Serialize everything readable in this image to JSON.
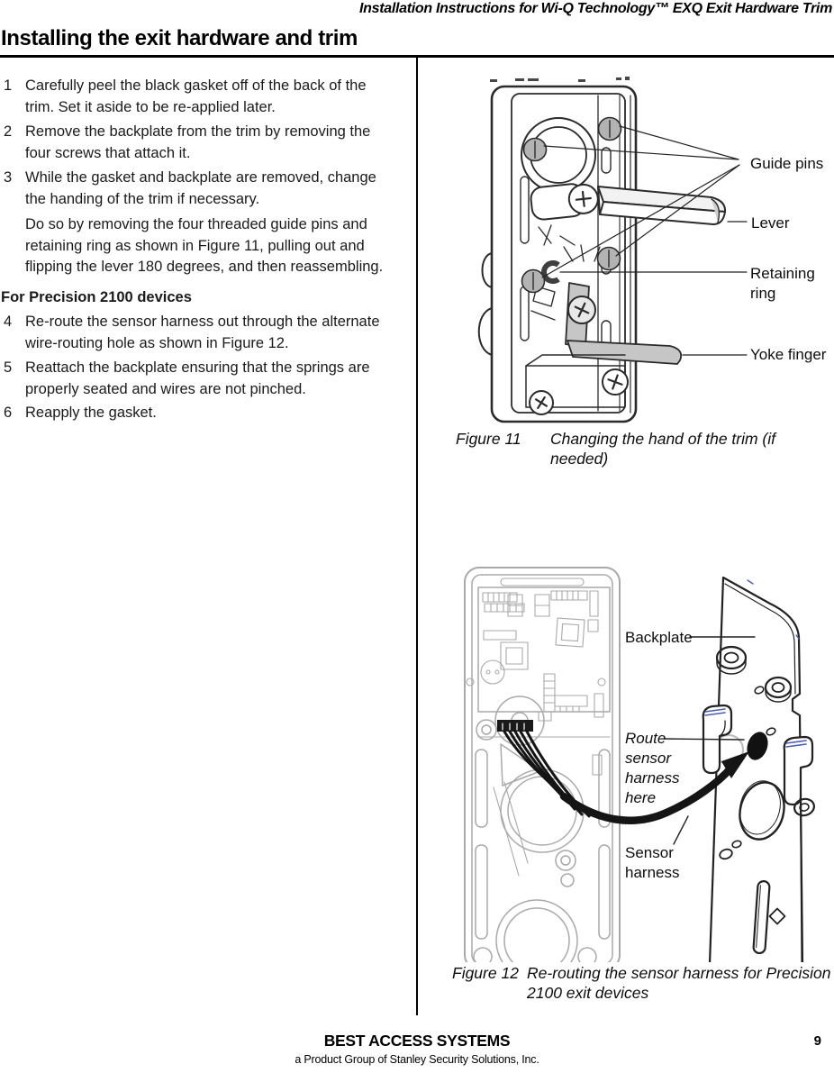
{
  "doc": {
    "header_title": "Installation Instructions for Wi-Q Technology™ EXQ Exit Hardware Trim",
    "title": "Installing the exit hardware and trim"
  },
  "instructions": {
    "steps": [
      {
        "num": "1",
        "text": "Carefully peel the black gasket off of the back of the\ntrim. Set it aside to be re-applied later."
      },
      {
        "num": "2",
        "text": "Remove the backplate from the trim by removing the\nfour screws that attach it."
      },
      {
        "num": "3",
        "text": "While the gasket and backplate are removed, change\nthe handing of the trim if necessary."
      },
      {
        "num": "4",
        "text": "Re-route the sensor harness out through the alternate\nwire-routing hole as shown in Figure 12."
      },
      {
        "num": "5",
        "text": "Reattach the backplate ensuring that the springs are\nproperly seated and wires are not pinched."
      },
      {
        "num": "6",
        "text": "Reapply the gasket."
      }
    ],
    "step3_note": "Do so by removing the four threaded guide pins and\nretaining ring as shown in Figure 11, pulling out and\nflipping the lever 180 degrees, and then reassembling.",
    "subheading": "For Precision 2100 devices"
  },
  "figure11": {
    "labels": {
      "guide_pins": "Guide pins",
      "lever": "Lever",
      "retaining_ring": "Retaining\nring",
      "yoke_finger": "Yoke finger"
    },
    "caption_tag": "Figure 11",
    "caption_text": "Changing the hand of the trim (if needed)"
  },
  "figure12": {
    "labels": {
      "backplate": "Backplate",
      "route_note": "Route\nsensor\nharness\nhere",
      "sensor_harness": "Sensor\nharness"
    },
    "caption_tag": "Figure 12",
    "caption_text": "Re-routing the sensor harness for Precision\n2100 exit devices"
  },
  "footer": {
    "brand": "BEST ACCESS SYSTEMS",
    "subtitle": "a Product Group of Stanley Security Solutions, Inc.",
    "page_number": "9"
  },
  "colors": {
    "line_black": "#222222",
    "metal_gray": "#c6c6c6",
    "pin_gray": "#b3b3b3",
    "trim_light_gray": "#a9a9a9",
    "harness_black": "#151515",
    "diagram_accent_blue": "#4a5fae"
  }
}
